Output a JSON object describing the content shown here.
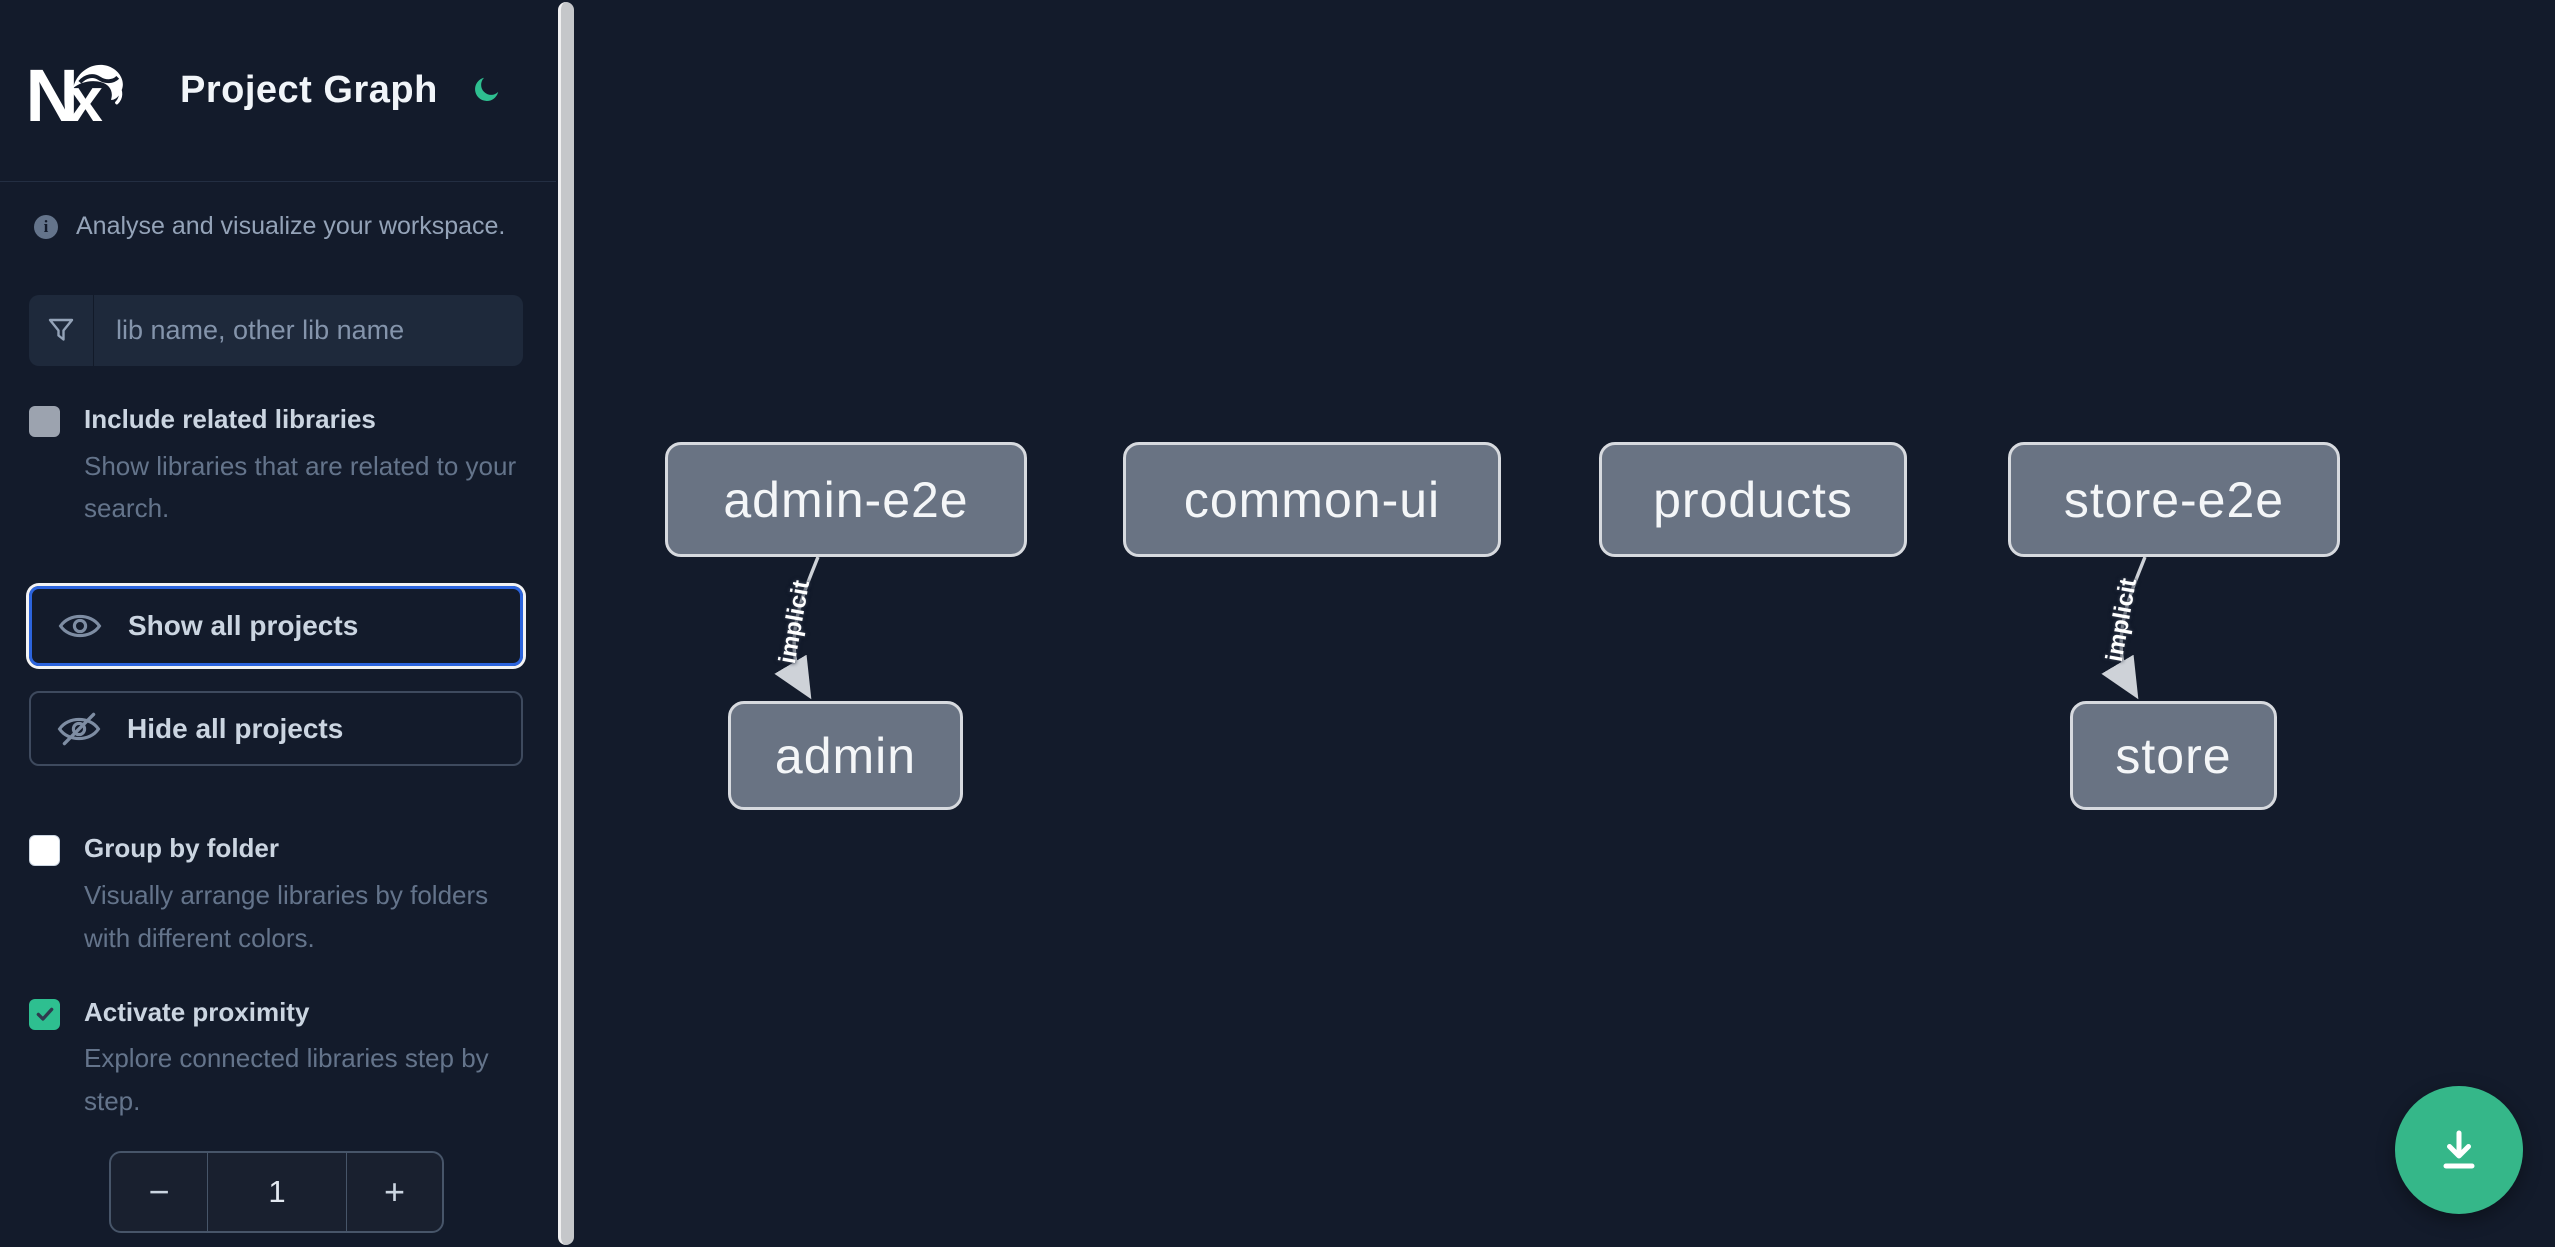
{
  "header": {
    "title": "Project Graph"
  },
  "intro": {
    "text": "Analyse and visualize your workspace."
  },
  "search": {
    "placeholder": "lib name, other lib name",
    "value": ""
  },
  "filters": {
    "include_related": {
      "label": "Include related libraries",
      "description": "Show libraries that are related to your search.",
      "checked": false
    },
    "group_by_folder": {
      "label": "Group by folder",
      "description": "Visually arrange libraries by folders with different colors.",
      "checked": false
    },
    "activate_proximity": {
      "label": "Activate proximity",
      "description": "Explore connected libraries step by step.",
      "checked": true
    }
  },
  "actions": {
    "show_all": "Show all projects",
    "hide_all": "Hide all projects"
  },
  "proximity_stepper": {
    "decrement": "−",
    "value": "1",
    "increment": "+"
  },
  "graph": {
    "nodes": [
      {
        "id": "admin-e2e",
        "label": "admin-e2e"
      },
      {
        "id": "common-ui",
        "label": "common-ui"
      },
      {
        "id": "products",
        "label": "products"
      },
      {
        "id": "store-e2e",
        "label": "store-e2e"
      },
      {
        "id": "admin",
        "label": "admin"
      },
      {
        "id": "store",
        "label": "store"
      }
    ],
    "edges": [
      {
        "from": "admin-e2e",
        "to": "admin",
        "type": "implicit",
        "label": "implicit"
      },
      {
        "from": "store-e2e",
        "to": "store",
        "type": "implicit",
        "label": "implicit"
      }
    ]
  },
  "fab": {
    "icon": "download-icon"
  },
  "colors": {
    "accent_green": "#2ebf90",
    "fab_green": "#35b789",
    "focus_blue": "#2c64dd",
    "node_fill": "#697383",
    "edge_color": "#ced2d8",
    "background": "#131b2b"
  }
}
